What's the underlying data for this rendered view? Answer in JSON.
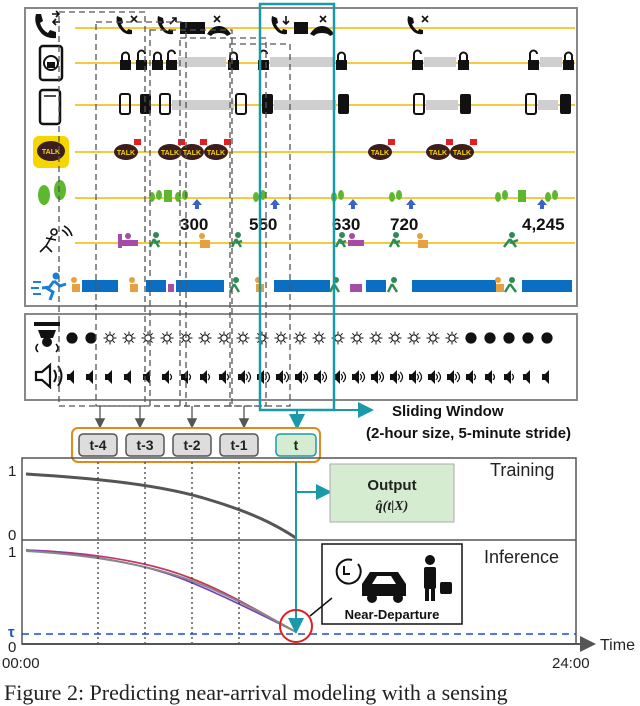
{
  "step_counts": [
    "300",
    "550",
    "630",
    "720",
    "4,245"
  ],
  "app_badge_text": "TALK",
  "sliding_window": {
    "title": "Sliding Window",
    "detail": "(2-hour size, 5-minute stride)"
  },
  "time_steps": [
    "t-4",
    "t-3",
    "t-2",
    "t-1",
    "t"
  ],
  "output_box": {
    "title": "Output",
    "formula": "q̂(t|X)"
  },
  "panel_labels": {
    "training": "Training",
    "inference": "Inference"
  },
  "y_ticks": {
    "training_top": "1",
    "training_bottom": "0",
    "inference_top": "1",
    "inference_bottom": "0",
    "threshold": "τ"
  },
  "time_axis": {
    "label": "Time",
    "start": "00:00",
    "end": "24:00"
  },
  "near_departure_label": "Near-Departure",
  "caption": "Figure 2: Predicting near-arrival modeling with a sensing",
  "colors": {
    "timeline": "#f2b900",
    "window": "#1a9aa8",
    "threshold": "#1f4fd0",
    "circle": "#e02020",
    "movement_bar": "#0a6fc2",
    "steps_green": "#5db830",
    "step_arrow": "#3a62c8",
    "panel_gray": "#555555",
    "time_box_border": "#e08a1e",
    "output_fill": "#d5ecd0"
  },
  "icons": [
    "phone-call-icon",
    "smartphone-lock-icon",
    "smartphone-screen-icon",
    "kakaotalk-icon",
    "footsteps-icon",
    "activity-icon",
    "running-icon",
    "light-icon",
    "sound-icon",
    "clock-icon",
    "car-icon",
    "person-luggage-icon"
  ]
}
